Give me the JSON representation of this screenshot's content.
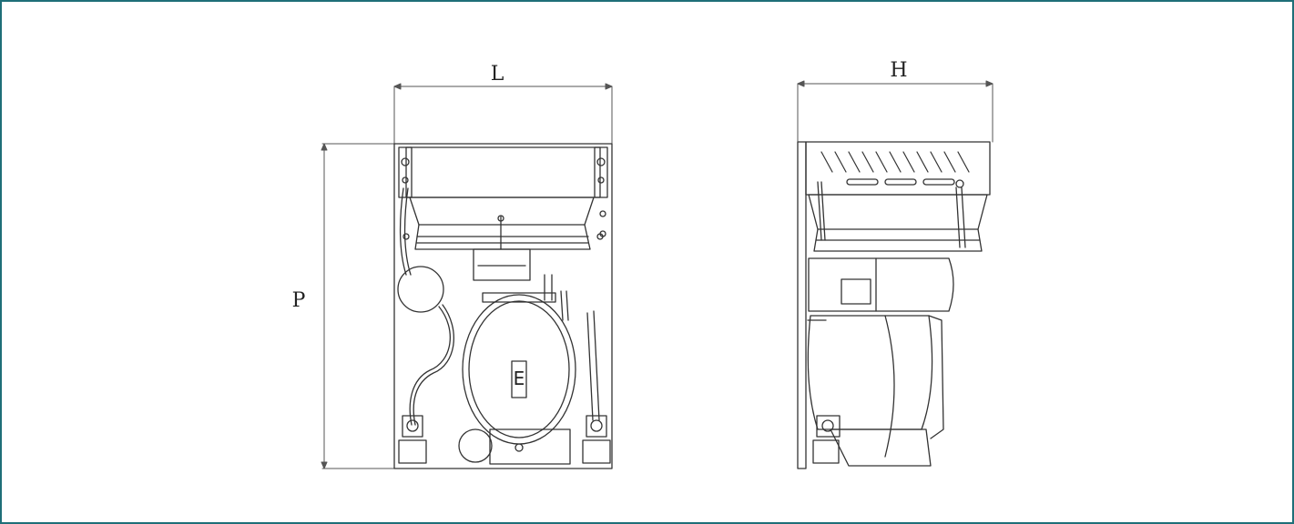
{
  "dimensions": {
    "width_label": "L",
    "height_label": "H",
    "depth_label": "P"
  },
  "product_marking": "E",
  "colors": {
    "frame_border": "#1f6f78",
    "line": "#333333",
    "shade": "#dddddd"
  }
}
